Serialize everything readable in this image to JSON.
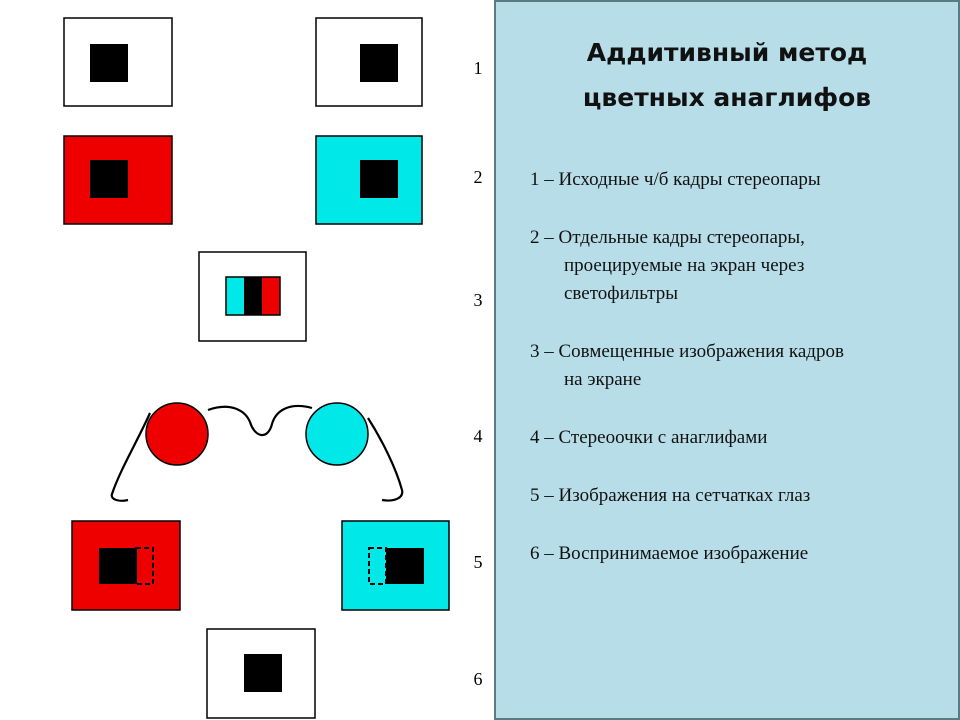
{
  "panel": {
    "title_line1": "Аддитивный метод",
    "title_line2": "цветных анаглифов",
    "legend": [
      {
        "lines": [
          "1 – Исходные ч/б кадры стереопары"
        ]
      },
      {
        "lines": [
          "2 – Отдельные кадры стереопары,",
          "проецируемые на экран через",
          "светофильтры"
        ]
      },
      {
        "lines": [
          "3 – Совмещенные изображения кадров",
          "на экране"
        ]
      },
      {
        "lines": [
          "4 – Стереоочки с анаглифами"
        ]
      },
      {
        "lines": [
          "5 – Изображения на сетчатках глаз"
        ]
      },
      {
        "lines": [
          "6 – Воспринимаемое изображение"
        ]
      }
    ]
  },
  "row_numbers": [
    "1",
    "2",
    "3",
    "4",
    "5",
    "6"
  ],
  "colors": {
    "red": "#ee0000",
    "cyan": "#00e8e8",
    "black": "#000000",
    "panel_bg": "#b7dde8"
  }
}
